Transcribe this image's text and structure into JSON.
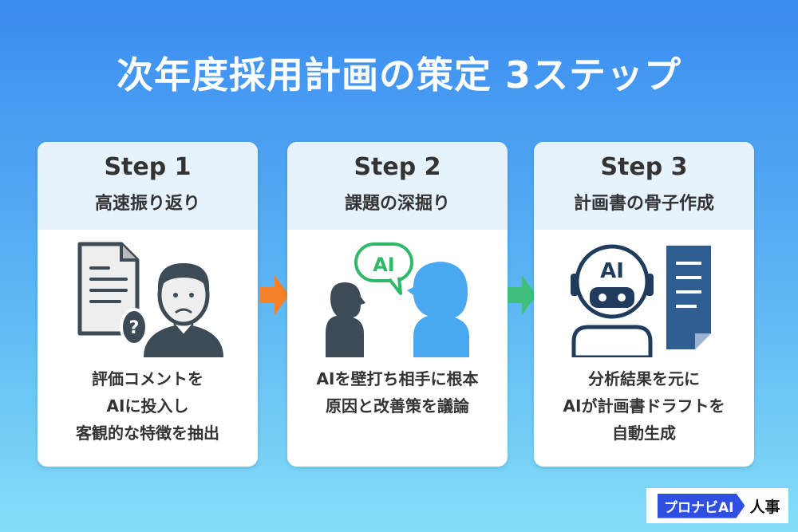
{
  "title": "次年度採用計画の策定 3ステップ",
  "steps": [
    {
      "step": "Step 1",
      "subtitle": "高速振り返り",
      "lines": [
        "評価コメントを",
        "AIに投入し",
        "客観的な特徴を抽出"
      ]
    },
    {
      "step": "Step 2",
      "subtitle": "課題の深掘り",
      "lines": [
        "AIを壁打ち相手に根本",
        "原因と改善策を議論"
      ],
      "bubble": "AI"
    },
    {
      "step": "Step 3",
      "subtitle": "計画書の骨子作成",
      "lines": [
        "分析結果を元に",
        "AIが計画書ドラフトを",
        "自動生成"
      ],
      "robot": "AI"
    }
  ],
  "logo": {
    "brand": "プロナビAI",
    "suffix": "人事"
  },
  "colors": {
    "arrow1": "#f5802a",
    "arrow2": "#3fbf7a",
    "icon_dark": "#3d4b57",
    "icon_blue": "#4aa8f0",
    "doc_blue": "#2f5d91"
  }
}
